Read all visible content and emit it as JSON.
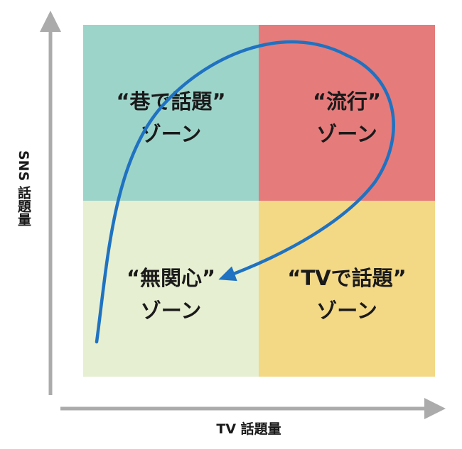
{
  "colors": {
    "top_left": "#9dd4c9",
    "top_right": "#e57b7b",
    "bottom_left": "#e6efd1",
    "bottom_right": "#f3d886",
    "axis": "#ababab",
    "curve": "#1f72c1"
  },
  "quadrants": {
    "top_left": {
      "line1": "“巷で話題”",
      "line2": "ゾーン"
    },
    "top_right": {
      "line1": "“流行”",
      "line2": "ゾーン"
    },
    "bottom_left": {
      "line1": "“無関心”",
      "line2": "ゾーン"
    },
    "bottom_right": {
      "line1": "“TVで話題”",
      "line2": "ゾーン"
    }
  },
  "axes": {
    "y_label": "SNS 話題量",
    "x_label": "TV 話題量"
  }
}
